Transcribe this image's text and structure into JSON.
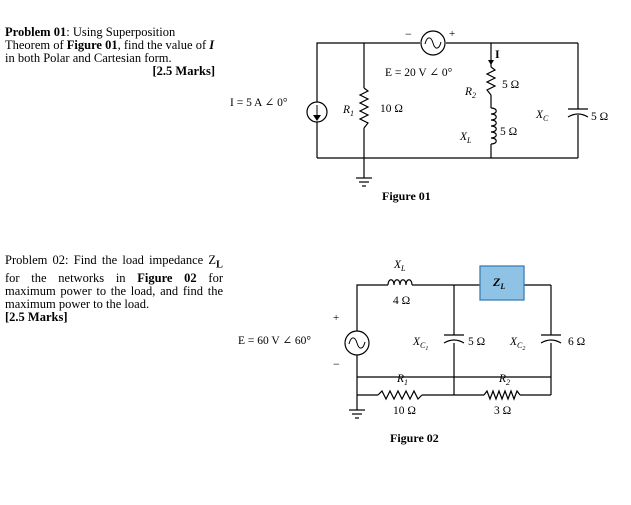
{
  "problem1": {
    "label": "Problem 01",
    "text_a": ": Using Superposition Theorem of ",
    "figure_ref": "Figure 01",
    "text_b": ", find the value of ",
    "var": "I",
    "text_c": " in both Polar and Cartesian form.",
    "marks": "[2.5 Marks]"
  },
  "problem2": {
    "text_a": "Problem 02: Find the load impedance Z",
    "text_sub": "L",
    "text_b": " for the networks in ",
    "figure_ref": "Figure 02",
    "text_c": " for maximum power to the load, and find the maximum power to the load.",
    "marks": "[2.5 Marks]"
  },
  "figure1": {
    "caption": "Figure 01",
    "current_source": "I = 5 A ∠ 0°",
    "voltage_source": "E  =  20 V ∠ 0°",
    "src_minus": "−",
    "src_plus": "+",
    "r1_label": "R",
    "r1_sub": "1",
    "r1_value": "10  Ω",
    "r2_label": "R",
    "r2_sub": "2",
    "r2_value": "5 Ω",
    "xl_label": "X",
    "xl_sub": "L",
    "xl_value": "5 Ω",
    "xc_label": "X",
    "xc_sub": "C",
    "xc_value": "5 Ω",
    "current_label": "I"
  },
  "figure2": {
    "caption": "Figure 02",
    "voltage_source": "E  =  60 V ∠ 60°",
    "src_plus": "+",
    "src_minus": "−",
    "xl_label": "X",
    "xl_sub": "L",
    "xl_value": "4 Ω",
    "zl_label": "Z",
    "zl_sub": "L",
    "xc1_label": "X",
    "xc1_sub": "C",
    "xc1_subsub": "1",
    "xc1_value": "5 Ω",
    "xc2_label": "X",
    "xc2_sub": "C",
    "xc2_subsub": "2",
    "xc2_value": "6 Ω",
    "r1_label": "R",
    "r1_sub": "1",
    "r1_value": "10 Ω",
    "r2_label": "R",
    "r2_sub": "2",
    "r2_value": "3 Ω"
  },
  "colors": {
    "load_box_fill": "#8fc3e6",
    "load_box_stroke": "#3a7fb5"
  }
}
